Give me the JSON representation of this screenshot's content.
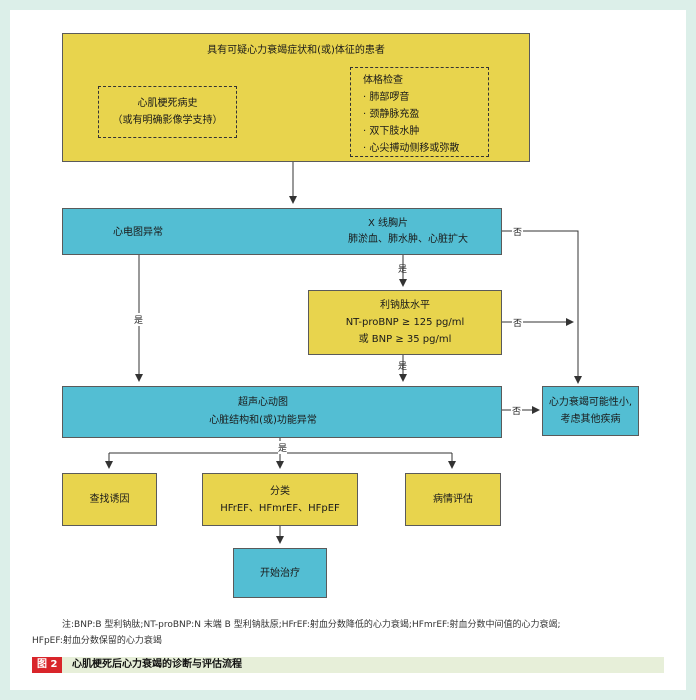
{
  "top_box": {
    "title": "具有可疑心力衰竭症状和(或)体征的患者",
    "left_sub": [
      "心肌梗死病史",
      "（或有明确影像学支持）"
    ],
    "exam_title": "体格检查",
    "exam_items": [
      "· 肺部啰音",
      "· 颈静脉充盈",
      "· 双下肢水肿",
      "· 心尖搏动侧移或弥散"
    ]
  },
  "ecg_box": {
    "left": "心电图异常",
    "right_title": "X 线胸片",
    "right_detail": "肺淤血、肺水肿、心脏扩大"
  },
  "bnp_box": {
    "title": "利钠肽水平",
    "line1": "NT-proBNP ≥ 125 pg/ml",
    "line2": "或 BNP ≥ 35 pg/ml"
  },
  "echo_box": {
    "title": "超声心动图",
    "detail": "心脏结构和(或)功能异常"
  },
  "unlikely_box": {
    "line1": "心力衰竭可能性小,",
    "line2": "考虑其他疾病"
  },
  "find_cause": "查找诱因",
  "classify": {
    "title": "分类",
    "detail": "HFrEF、HFmrEF、HFpEF"
  },
  "assess": "病情评估",
  "treat": "开始治疗",
  "labels": {
    "yes": "是",
    "no": "否"
  },
  "note": {
    "line1": "注:BNP:B 型利钠肽;NT-proBNP:N 末端 B 型利钠肽原;HFrEF:射血分数降低的心力衰竭;HFmrEF:射血分数中间值的心力衰竭;",
    "line2": "HFpEF:射血分数保留的心力衰竭"
  },
  "caption": {
    "tag": "图 2",
    "title": "心肌梗死后心力衰竭的诊断与评估流程"
  },
  "colors": {
    "yellow": "#e8d44d",
    "blue": "#53bed3",
    "figure_tag": "#d9252a"
  }
}
